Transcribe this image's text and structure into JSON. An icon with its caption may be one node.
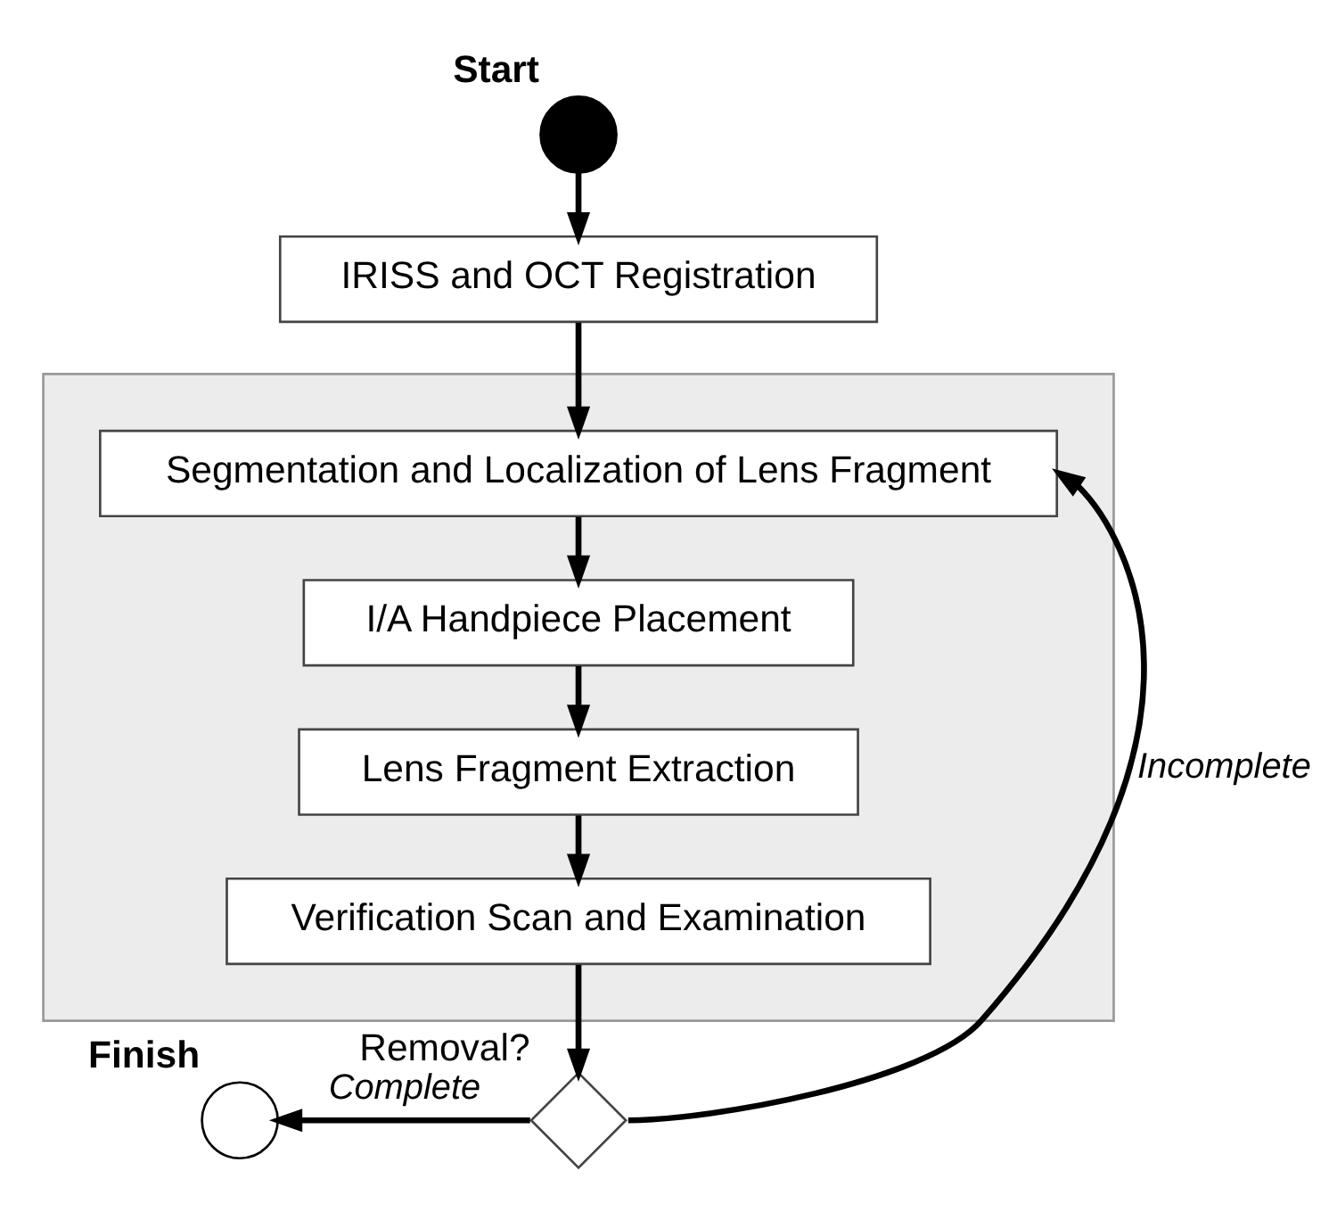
{
  "diagram": {
    "nodes": [
      {
        "text": [],
        "shape": "circle",
        "beside": [
          "Start"
        ]
      },
      {
        "text": [
          "IRISS and OCT Registration"
        ]
      },
      {
        "text": [],
        "shape": "box"
      },
      {
        "text": [
          "Segmentation and Localization of Lens Fragment"
        ],
        "in": 2
      },
      {
        "text": [
          "I/A Handpiece Placement"
        ],
        "in": 2
      },
      {
        "text": [
          "Lens Fragment Extraction"
        ],
        "in": 2
      },
      {
        "text": [
          "Verification Scan and Examination"
        ],
        "in": 2
      },
      {
        "text": [],
        "shape": "diamond",
        "beside": [
          "Removal?"
        ]
      },
      {
        "text": [],
        "shape": "circle",
        "beside": [
          "Finish"
        ]
      }
    ],
    "edges": [
      {
        "from": 0,
        "to": 1,
        "arrow": "to"
      },
      {
        "from": 1,
        "to": 3,
        "arrow": "to"
      },
      {
        "from": 3,
        "to": 4,
        "arrow": "to"
      },
      {
        "from": 4,
        "to": 5,
        "arrow": "to"
      },
      {
        "from": 5,
        "to": 6,
        "arrow": "to"
      },
      {
        "from": 6,
        "to": 7,
        "arrow": "to"
      },
      {
        "from": 7,
        "to": 8,
        "arrow": "to",
        "label": "Complete"
      },
      {
        "from": 7,
        "to": 3,
        "arrow": "to",
        "label": "Incomplete"
      }
    ]
  }
}
